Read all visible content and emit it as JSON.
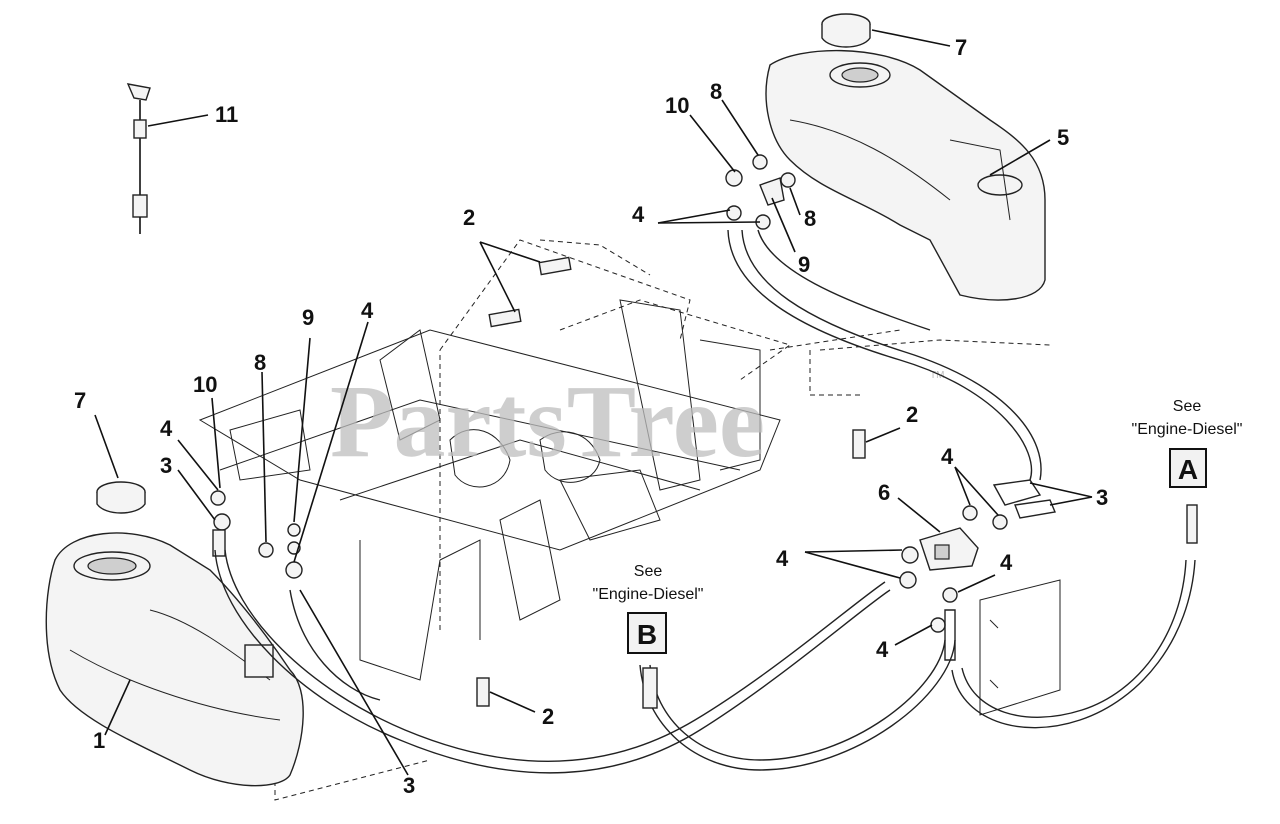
{
  "watermark": {
    "text": "PartsTree",
    "trademark": "TM"
  },
  "callouts": {
    "tank_left": "1",
    "bolt_top": "2",
    "bolt_mid_right": "2",
    "bolt_bottom": "2",
    "hose_left_a": "3",
    "hose_left_b": "3",
    "hose_right": "3",
    "clamp_left_a": "4",
    "clamp_left_b": "4",
    "clamp_top": "4",
    "clamp_valve_top": "4",
    "clamp_valve_left": "4",
    "clamp_valve_right": "4",
    "clamp_valve_bottom": "4",
    "tank_right": "5",
    "valve": "6",
    "cap_right": "7",
    "cap_left": "7",
    "grommet_top_a": "8",
    "grommet_top_b": "8",
    "grommet_left": "8",
    "fitting_top": "9",
    "fitting_left": "9",
    "elbow_top": "10",
    "elbow_left": "10",
    "gauge": "11"
  },
  "references": {
    "a": {
      "see": "See",
      "target": "\"Engine-Diesel\"",
      "letter": "A"
    },
    "b": {
      "see": "See",
      "target": "\"Engine-Diesel\"",
      "letter": "B"
    }
  },
  "colors": {
    "line": "#111111",
    "watermark": "#bdbdbd",
    "background": "#ffffff"
  }
}
